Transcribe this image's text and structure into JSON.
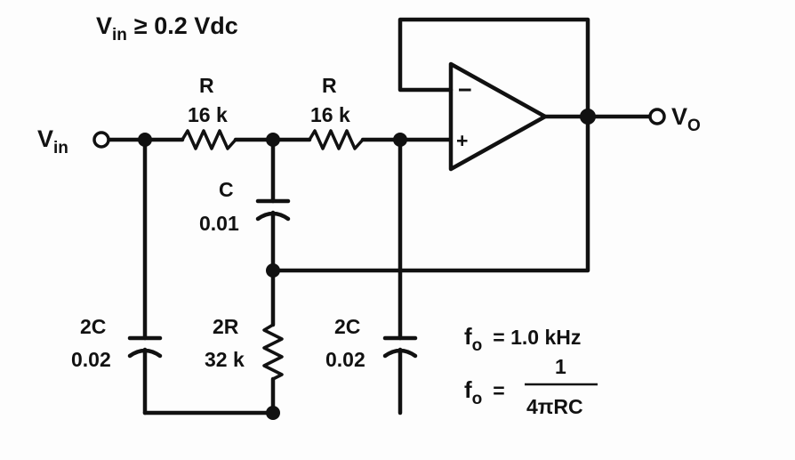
{
  "condition": {
    "v": "V",
    "sub": "in",
    "rest": "≥ 0.2 Vdc"
  },
  "input": {
    "v": "V",
    "sub": "in"
  },
  "output": {
    "v": "V",
    "sub": "O"
  },
  "r_left": {
    "name": "R",
    "value": "16 k"
  },
  "r_right": {
    "name": "R",
    "value": "16 k"
  },
  "c_mid": {
    "name": "C",
    "value": "0.01"
  },
  "c2_left": {
    "name": "2C",
    "value": "0.02"
  },
  "r2": {
    "name": "2R",
    "value": "32 k"
  },
  "c2_right": {
    "name": "2C",
    "value": "0.02"
  },
  "opamp": {
    "inverting": "−",
    "noninverting": "+"
  },
  "eq1": {
    "f": "f",
    "sub": "o",
    "rest": "= 1.0 kHz"
  },
  "eq2": {
    "f": "f",
    "sub": "o",
    "eq": "=",
    "num": "1",
    "den": "4πRC"
  }
}
